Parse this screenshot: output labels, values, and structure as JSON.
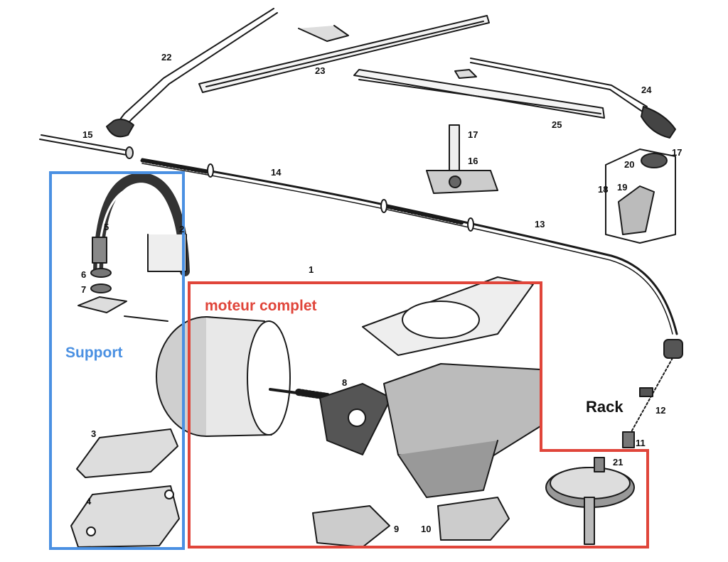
{
  "part_labels": {
    "p1": "1",
    "p2": "2",
    "p3": "3",
    "p4": "4",
    "p5": "5",
    "p6": "6",
    "p7": "7",
    "p8": "8",
    "p9": "9",
    "p10": "10",
    "p11": "11",
    "p12": "12",
    "p13": "13",
    "p14": "14",
    "p15": "15",
    "p16": "16",
    "p17a": "17",
    "p17b": "17",
    "p18": "18",
    "p19": "19",
    "p20": "20",
    "p21": "21",
    "p22": "22",
    "p23": "23",
    "p24": "24",
    "p25": "25"
  },
  "annotations": {
    "support": "Support",
    "motor": "moteur complet",
    "rack": "Rack"
  },
  "colors": {
    "support_box": "#4a90e2",
    "motor_box": "#e0453a",
    "rack_text": "#111111",
    "line_art": "#1a1a1a"
  }
}
